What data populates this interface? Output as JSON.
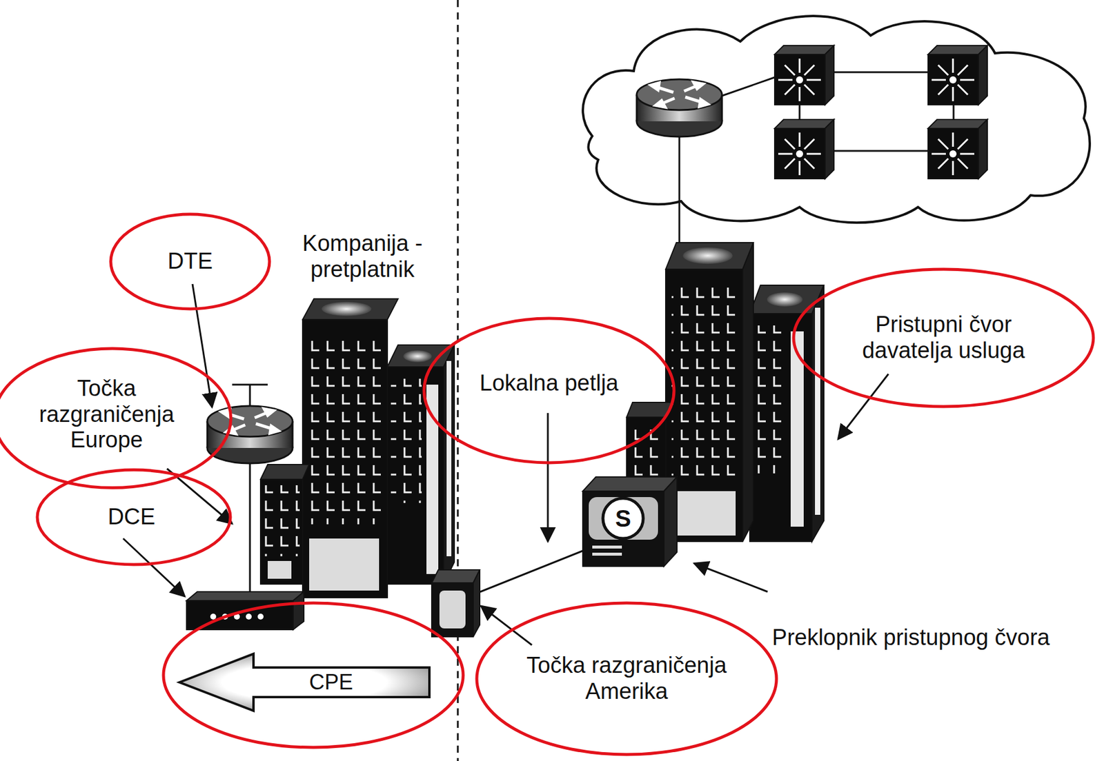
{
  "diagram": {
    "nodes": [
      {
        "text": [
          "DTE"
        ]
      },
      {
        "text": [
          "Točka razgraničenja Europe"
        ]
      },
      {
        "text": [
          "DCE"
        ]
      },
      {
        "text": [
          "CPE"
        ]
      },
      {
        "text": [
          "Lokalna petlja"
        ]
      },
      {
        "text": [
          "Pristupni čvor davatelja usluga"
        ]
      },
      {
        "text": [
          "Točka razgraničenja Amerika"
        ]
      }
    ],
    "labels": [
      "Kompanija - pretplatnik",
      "S",
      "Preklopnik pristupnog čvora"
    ]
  }
}
